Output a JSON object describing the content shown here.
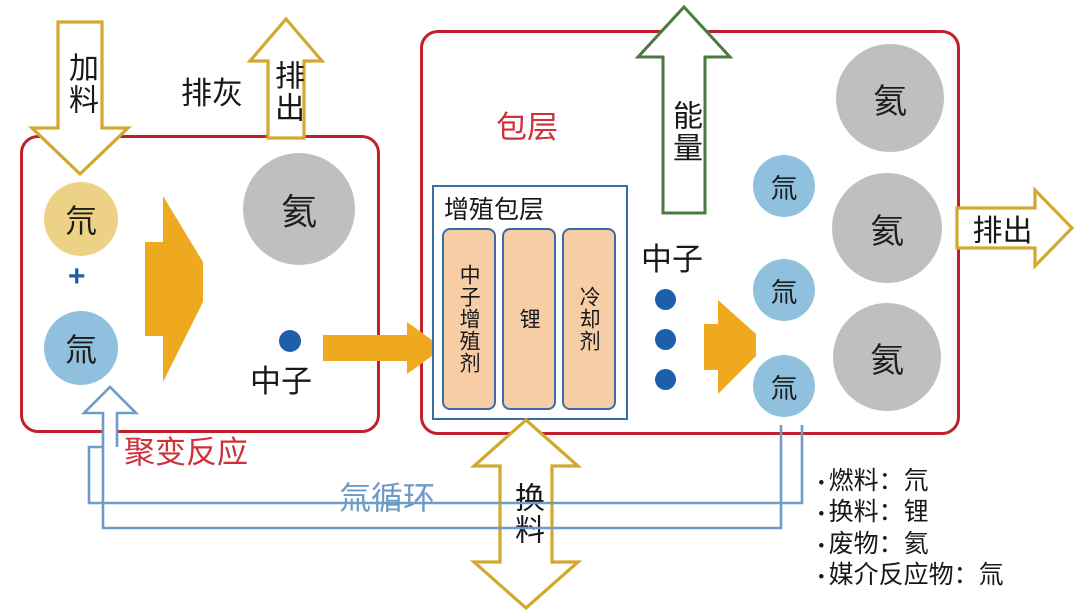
{
  "diagram": {
    "title_notes": {
      "fusion_reaction": "聚变反应",
      "blanket": "包层",
      "tritium_cycle": "氚循环"
    },
    "left_reactor": {
      "name_label": "聚变反应",
      "feed_arrow_label": "加料",
      "ash_label": "排灰",
      "exhaust_arrow_label": "排出",
      "reactants": [
        {
          "symbol": "氘",
          "kind": "deuterium"
        },
        {
          "symbol": "氚",
          "kind": "tritium"
        }
      ],
      "plus": "+",
      "products": [
        {
          "symbol": "氦",
          "kind": "helium"
        }
      ],
      "neutron_label": "中子"
    },
    "right_reactor": {
      "name_label": "包层",
      "energy_arrow_label": "能量",
      "neutron_label": "中子",
      "neutron_count": 3,
      "exhaust_arrow_label": "排出",
      "refuel_arrow_label": "换料",
      "breeding_blanket": {
        "title": "增殖包层",
        "columns": [
          {
            "label": "中子增殖剂"
          },
          {
            "label": "锂"
          },
          {
            "label": "冷却剂"
          }
        ]
      },
      "tritium_particles": [
        {
          "symbol": "氚"
        },
        {
          "symbol": "氚"
        },
        {
          "symbol": "氚"
        }
      ],
      "helium_particles": [
        {
          "symbol": "氦"
        },
        {
          "symbol": "氦"
        },
        {
          "symbol": "氦"
        }
      ]
    },
    "tritium_cycle_label": "氚循环",
    "legend": [
      {
        "bullet": "•",
        "text": "燃料：氘"
      },
      {
        "bullet": "•",
        "text": "换料：锂"
      },
      {
        "bullet": "•",
        "text": "废物：氦"
      },
      {
        "bullet": "•",
        "text": "媒介反应物：氚"
      }
    ],
    "colors": {
      "reactor_border": "#c0202a",
      "gold_arrow": "#d3a82e",
      "orange_fill": "#efa91f",
      "deuterium": "#edd185",
      "tritium": "#8fc0de",
      "helium": "#bfbfbf",
      "neutron": "#1f5fa9",
      "blanket_border": "#3a6ca8",
      "breeder_fill": "#f6cda4",
      "energy_arrow": "#4a7a3f",
      "cycle_line": "#6f9bc8",
      "label_red": "#d0303a",
      "label_blue": "#6e9bc5"
    }
  }
}
